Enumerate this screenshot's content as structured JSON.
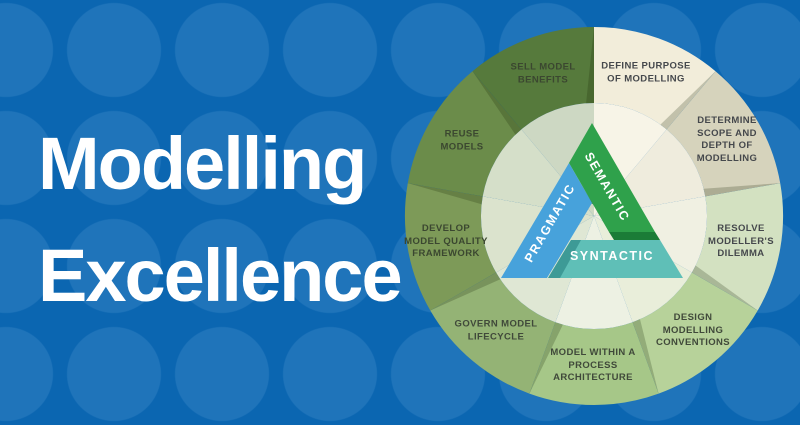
{
  "title": {
    "text": "Modelling\nExcellence"
  },
  "background": {
    "color": "#0b66b1",
    "dot_color": "#1f74ba"
  },
  "wheel": {
    "segments": [
      {
        "label": "DEFINE PURPOSE\nOF MODELLING",
        "color": "#f2edda"
      },
      {
        "label": "DETERMINE\nSCOPE AND\nDEPTH OF\nMODELLING",
        "color": "#d6d3bc"
      },
      {
        "label": "RESOLVE\nMODELLER'S\nDILEMMA",
        "color": "#d3e1c1"
      },
      {
        "label": "DESIGN\nMODELLING\nCONVENTIONS",
        "color": "#b7d29a"
      },
      {
        "label": "MODEL WITHIN A\nPROCESS\nARCHITECTURE",
        "color": "#a6c788"
      },
      {
        "label": "GOVERN MODEL\nLIFECYCLE",
        "color": "#94b375"
      },
      {
        "label": "DEVELOP\nMODEL QUALITY\nFRAMEWORK",
        "color": "#7d9a58"
      },
      {
        "label": "REUSE\nMODELS",
        "color": "#6b8c4a"
      },
      {
        "label": "SELL MODEL\nBENEFITS",
        "color": "#567a3c"
      }
    ],
    "inner_slice_colors": [
      "#f7f4e7",
      "#efecdd",
      "#f0f0e2",
      "#e9eeda",
      "#edf1e3",
      "#dfe7d4",
      "#dbe3cd",
      "#d5dfc9",
      "#cdd8c3"
    ]
  },
  "triangle": {
    "sides": [
      {
        "label": "SEMANTIC",
        "color": "#2fa14b",
        "shadow": "#1b7c37"
      },
      {
        "label": "PRAGMATIC",
        "color": "#47a2db",
        "shadow": "#2f86c4"
      },
      {
        "label": "SYNTACTIC",
        "color": "#5fbfb7",
        "shadow": "#3d9a96"
      }
    ],
    "corner_shadow": "#237a4a"
  }
}
